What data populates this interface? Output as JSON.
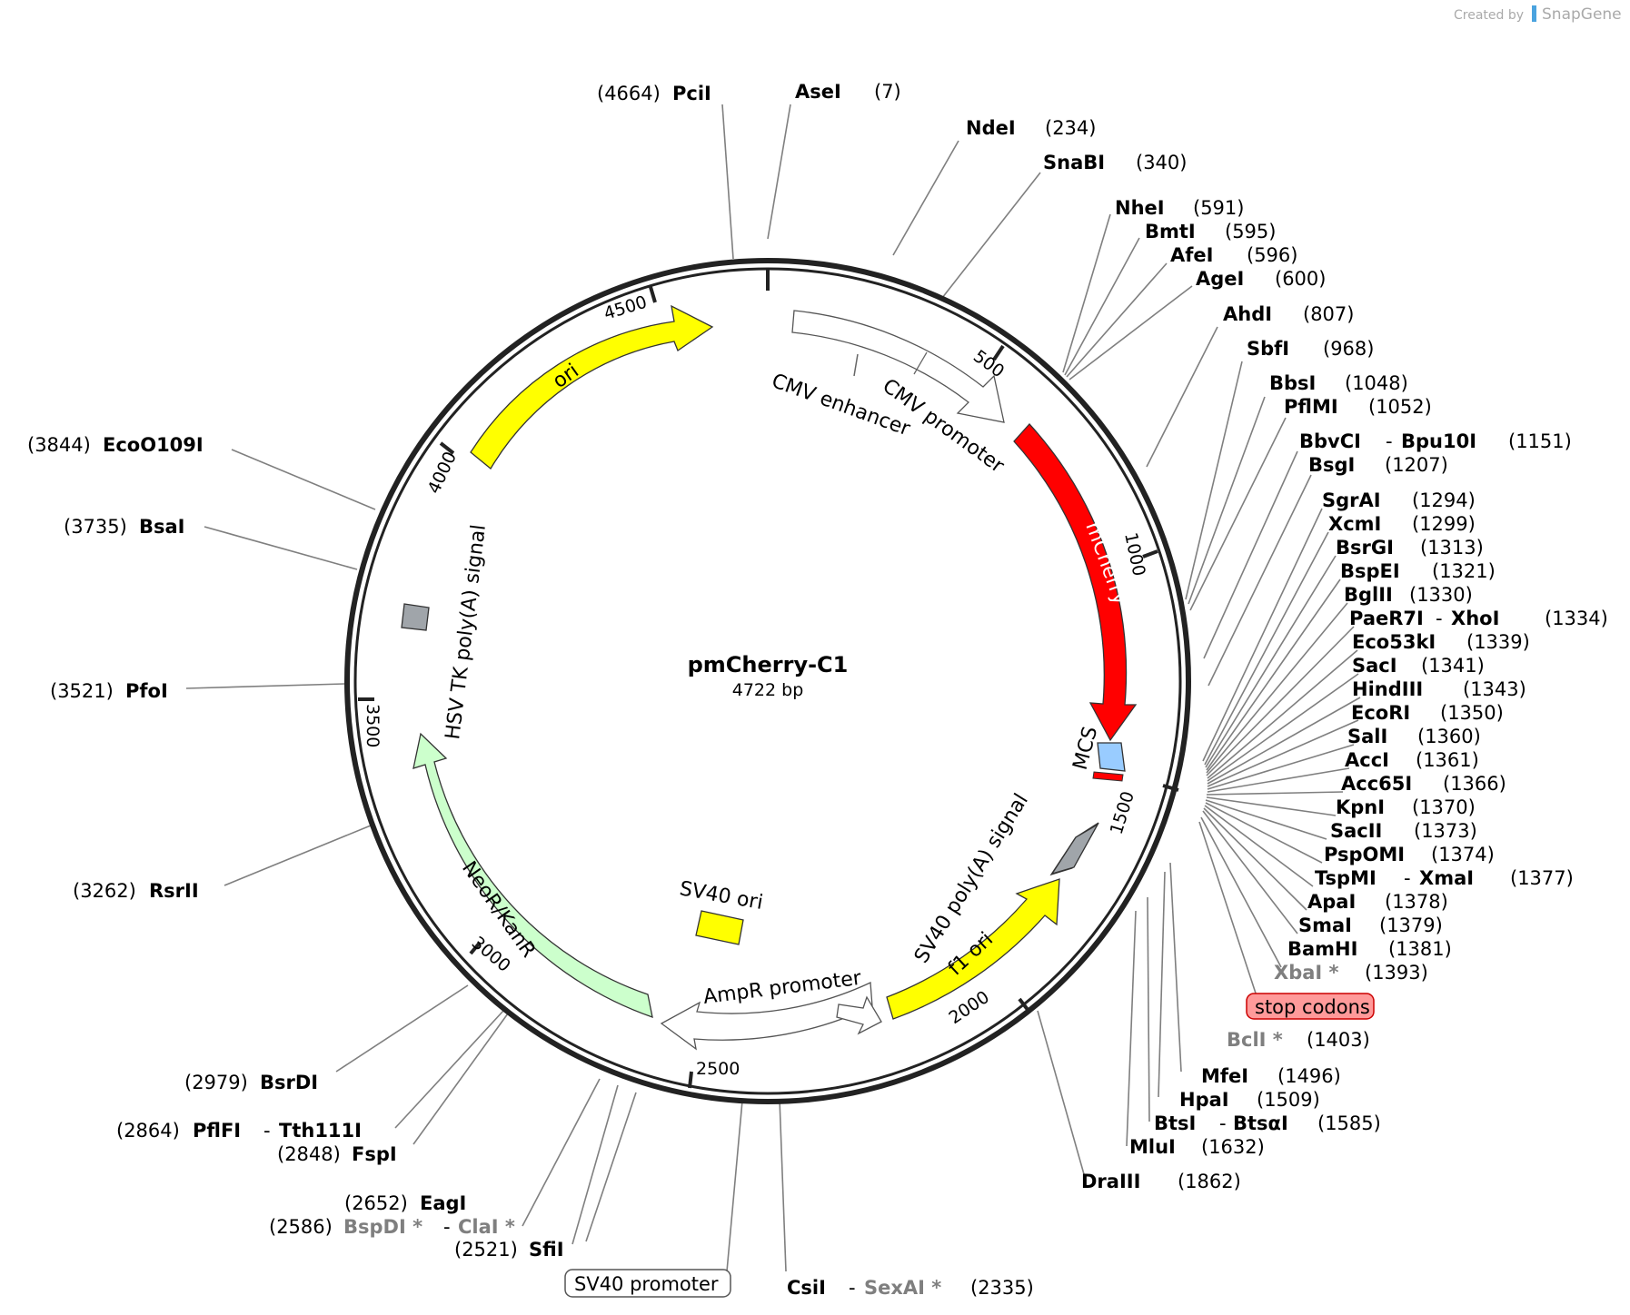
{
  "title": "pmCherry-C1",
  "subtitle": "4722 bp",
  "watermark": {
    "created_by": "Created by",
    "brand": "SnapGene"
  },
  "colors": {
    "ori": "#ffff00",
    "mCherry": "#ff0000",
    "neo": "#ccffcc",
    "mcs": "#99ccff",
    "gray_feature": "#a0a5aa",
    "stop_codons": "#ff9a9a"
  },
  "total_bp": 4722,
  "ticks": [
    {
      "bp": 500,
      "label": "500"
    },
    {
      "bp": 1000,
      "label": "1000"
    },
    {
      "bp": 1500,
      "label": "1500"
    },
    {
      "bp": 2000,
      "label": "2000"
    },
    {
      "bp": 2500,
      "label": "2500"
    },
    {
      "bp": 3000,
      "label": "3000"
    },
    {
      "bp": 3500,
      "label": "3500"
    },
    {
      "bp": 4000,
      "label": "4000"
    },
    {
      "bp": 4500,
      "label": "4500"
    }
  ],
  "features": {
    "ori": "ori",
    "cmv_enhancer": "CMV enhancer",
    "cmv_promoter": "CMV promoter",
    "mcherry": "mCherry",
    "mcs": "MCS",
    "sv40_polya": "SV40 poly(A) signal",
    "f1_ori": "f1 ori",
    "ampr_promoter": "AmpR promoter",
    "sv40_ori": "SV40 ori",
    "neo": "NeoR/KanR",
    "hsv_tk_polya": "HSV TK poly(A) signal",
    "sv40_promoter": "SV40 promoter",
    "stop_codons": "stop codons"
  },
  "sites": {
    "pcii": {
      "name": "PciI",
      "pos": "(4664)"
    },
    "asei": {
      "name": "AseI",
      "pos": "(7)"
    },
    "ndei": {
      "name": "NdeI",
      "pos": "(234)"
    },
    "snabi": {
      "name": "SnaBI",
      "pos": "(340)"
    },
    "nhei": {
      "name": "NheI",
      "pos": "(591)"
    },
    "bmti": {
      "name": "BmtI",
      "pos": "(595)"
    },
    "afei": {
      "name": "AfeI",
      "pos": "(596)"
    },
    "agei": {
      "name": "AgeI",
      "pos": "(600)"
    },
    "ahdi": {
      "name": "AhdI",
      "pos": "(807)"
    },
    "sbfi": {
      "name": "SbfI",
      "pos": "(968)"
    },
    "bbsi": {
      "name": "BbsI",
      "pos": "(1048)"
    },
    "pflmi": {
      "name": "PflMI",
      "pos": "(1052)"
    },
    "bbvci": {
      "name": "BbvCI",
      "name2": "Bpu10I",
      "pos": "(1151)"
    },
    "bsgi": {
      "name": "BsgI",
      "pos": "(1207)"
    },
    "sgrai": {
      "name": "SgrAI",
      "pos": "(1294)"
    },
    "xcmi": {
      "name": "XcmI",
      "pos": "(1299)"
    },
    "bsrgi": {
      "name": "BsrGI",
      "pos": "(1313)"
    },
    "bspei": {
      "name": "BspEI",
      "pos": "(1321)"
    },
    "bglii": {
      "name": "BglII",
      "pos": "(1330)"
    },
    "paer7i": {
      "name": "PaeR7I",
      "name2": "XhoI",
      "pos": "(1334)"
    },
    "eco53ki": {
      "name": "Eco53kI",
      "pos": "(1339)"
    },
    "saci": {
      "name": "SacI",
      "pos": "(1341)"
    },
    "hindiii": {
      "name": "HindIII",
      "pos": "(1343)"
    },
    "ecori": {
      "name": "EcoRI",
      "pos": "(1350)"
    },
    "sali": {
      "name": "SalI",
      "pos": "(1360)"
    },
    "acci": {
      "name": "AccI",
      "pos": "(1361)"
    },
    "acc65i": {
      "name": "Acc65I",
      "pos": "(1366)"
    },
    "kpni": {
      "name": "KpnI",
      "pos": "(1370)"
    },
    "sacii": {
      "name": "SacII",
      "pos": "(1373)"
    },
    "pspomi": {
      "name": "PspOMI",
      "pos": "(1374)"
    },
    "tspmi": {
      "name": "TspMI",
      "name2": "XmaI",
      "pos": "(1377)"
    },
    "apai": {
      "name": "ApaI",
      "pos": "(1378)"
    },
    "smai": {
      "name": "SmaI",
      "pos": "(1379)"
    },
    "bamhi": {
      "name": "BamHI",
      "pos": "(1381)"
    },
    "xbai": {
      "name": "XbaI *",
      "pos": "(1393)"
    },
    "bcli": {
      "name": "BclI *",
      "pos": "(1403)"
    },
    "mfei": {
      "name": "MfeI",
      "pos": "(1496)"
    },
    "hpai": {
      "name": "HpaI",
      "pos": "(1509)"
    },
    "btsi": {
      "name": "BtsI",
      "name2": "BtsαI",
      "pos": "(1585)"
    },
    "mlui": {
      "name": "MluI",
      "pos": "(1632)"
    },
    "draiii": {
      "name": "DraIII",
      "pos": "(1862)"
    },
    "csii": {
      "name": "CsiI",
      "name2": "SexAI *",
      "pos": "(2335)"
    },
    "sfii": {
      "name": "SfiI",
      "pos": "(2521)"
    },
    "bspdi": {
      "name": "BspDI *",
      "name2": "ClaI *",
      "pos": "(2586)"
    },
    "eagi": {
      "name": "EagI",
      "pos": "(2652)"
    },
    "fspi": {
      "name": "FspI",
      "pos": "(2848)"
    },
    "pflfi": {
      "name": "PflFI",
      "name2": "Tth111I",
      "pos": "(2864)"
    },
    "bsrdi": {
      "name": "BsrDI",
      "pos": "(2979)"
    },
    "rsrii": {
      "name": "RsrII",
      "pos": "(3262)"
    },
    "pfoi": {
      "name": "PfoI",
      "pos": "(3521)"
    },
    "bsai": {
      "name": "BsaI",
      "pos": "(3735)"
    },
    "eco0109i": {
      "name": "EcoO109I",
      "pos": "(3844)"
    }
  }
}
